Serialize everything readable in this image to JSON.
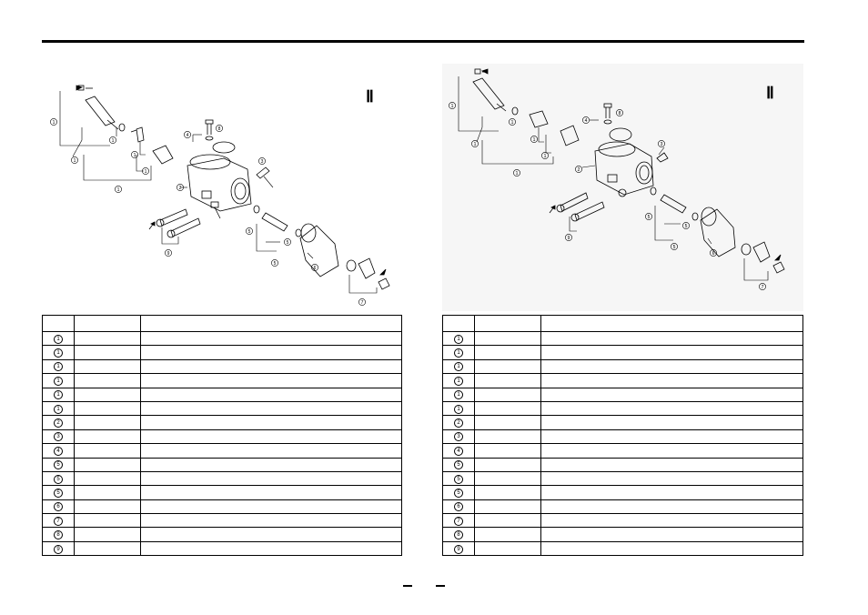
{
  "section_numeral": "Ⅱ",
  "left_table": {
    "rows": [
      {
        "ref": "1"
      },
      {
        "ref": "1"
      },
      {
        "ref": "1"
      },
      {
        "ref": "1"
      },
      {
        "ref": "1"
      },
      {
        "ref": "1"
      },
      {
        "ref": "2"
      },
      {
        "ref": "3"
      },
      {
        "ref": "4"
      },
      {
        "ref": "5"
      },
      {
        "ref": "5"
      },
      {
        "ref": "5"
      },
      {
        "ref": "6"
      },
      {
        "ref": "7"
      },
      {
        "ref": "8"
      },
      {
        "ref": "9"
      }
    ]
  },
  "right_table": {
    "rows": [
      {
        "ref": "1"
      },
      {
        "ref": "1"
      },
      {
        "ref": "1"
      },
      {
        "ref": "1"
      },
      {
        "ref": "1"
      },
      {
        "ref": "1"
      },
      {
        "ref": "2"
      },
      {
        "ref": "3"
      },
      {
        "ref": "4"
      },
      {
        "ref": "5"
      },
      {
        "ref": "5"
      },
      {
        "ref": "5"
      },
      {
        "ref": "6"
      },
      {
        "ref": "7"
      },
      {
        "ref": "8"
      },
      {
        "ref": "9"
      }
    ]
  },
  "left_callouts": [
    "1",
    "1",
    "1",
    "1",
    "1",
    "1",
    "2",
    "3",
    "4",
    "5",
    "5",
    "5",
    "6",
    "7",
    "8",
    "9"
  ],
  "right_callouts": [
    "1",
    "1",
    "1",
    "1",
    "1",
    "1",
    "2",
    "3",
    "4",
    "5",
    "5",
    "5",
    "6",
    "7",
    "8",
    "9"
  ]
}
